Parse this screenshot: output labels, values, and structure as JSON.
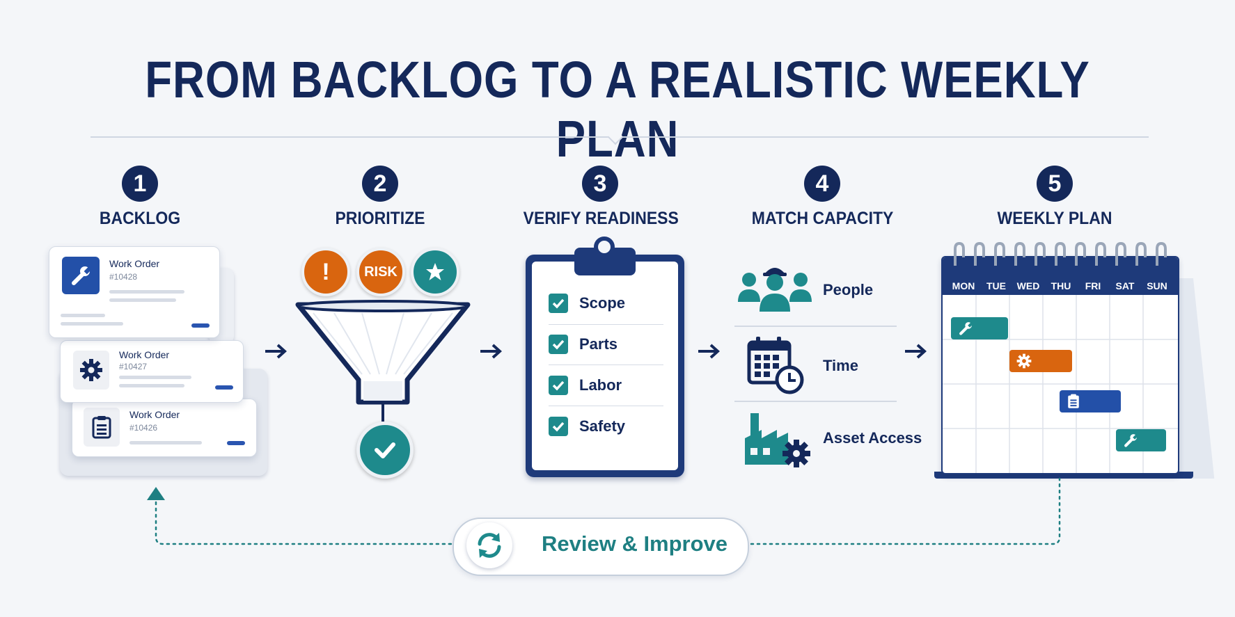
{
  "title": "FROM BACKLOG TO A REALISTIC WEEKLY PLAN",
  "steps": [
    {
      "number": "1",
      "label": "BACKLOG"
    },
    {
      "number": "2",
      "label": "PRIORITIZE"
    },
    {
      "number": "3",
      "label": "VERIFY READINESS"
    },
    {
      "number": "4",
      "label": "MATCH CAPACITY"
    },
    {
      "number": "5",
      "label": "WEEKLY PLAN"
    }
  ],
  "backlog": {
    "cards": [
      {
        "title": "Work Order",
        "number": "#10428",
        "icon": "wrench-icon"
      },
      {
        "title": "Work Order",
        "number": "#10427",
        "icon": "gear-icon"
      },
      {
        "title": "Work Order",
        "number": "#10426",
        "icon": "clipboard-icon"
      }
    ]
  },
  "prioritize": {
    "badges": [
      {
        "text": "!",
        "icon": "exclamation-icon",
        "color": "#d9650f"
      },
      {
        "text": "RISK",
        "icon": "risk-badge",
        "color": "#d9650f"
      },
      {
        "text": "",
        "icon": "star-icon",
        "color": "#1e8a8c"
      }
    ]
  },
  "readiness": {
    "items": [
      "Scope",
      "Parts",
      "Labor",
      "Safety"
    ]
  },
  "capacity": {
    "items": [
      {
        "label": "People",
        "icon": "people-icon"
      },
      {
        "label": "Time",
        "icon": "calendar-clock-icon"
      },
      {
        "label": "Asset Access",
        "icon": "factory-gear-icon"
      }
    ]
  },
  "calendar": {
    "days": [
      "MON",
      "TUE",
      "WED",
      "THU",
      "FRI",
      "SAT",
      "SUN"
    ]
  },
  "review": {
    "label": "Review & Improve"
  },
  "colors": {
    "navy": "#14285a",
    "teal": "#1e8a8c",
    "orange": "#d9650f",
    "blue": "#2a55b0"
  }
}
